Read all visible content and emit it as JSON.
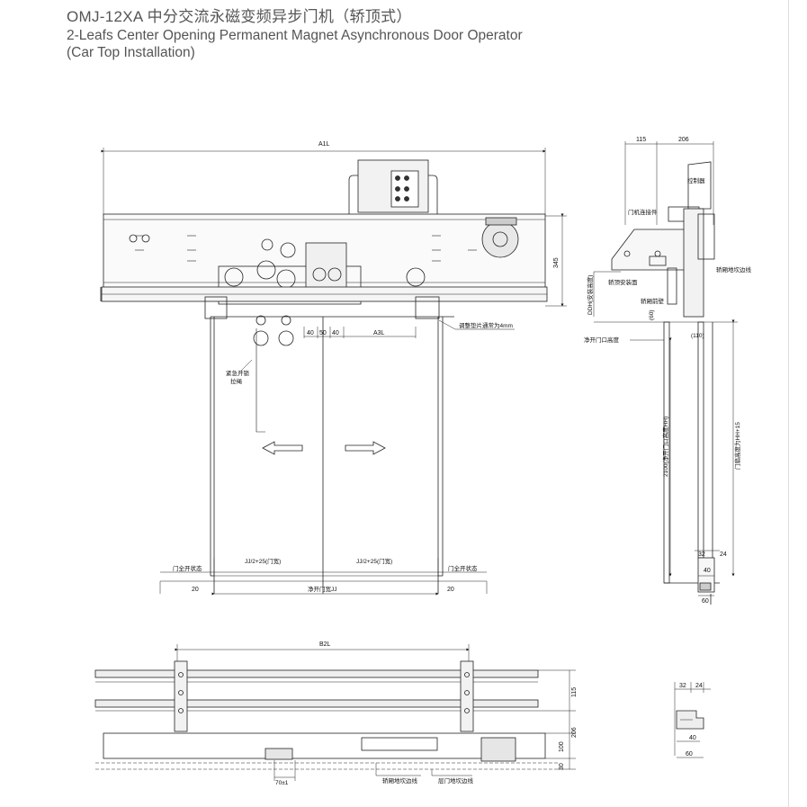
{
  "header": {
    "title_cn": "OMJ-12XA 中分交流永磁变频异步门机（轿顶式）",
    "title_en_line1": "2-Leafs Center Opening Permanent Magnet Asynchronous Door Operator",
    "title_en_line2": "(Car Top Installation)"
  },
  "front_view": {
    "dim_a1l": "A1L",
    "dim_345": "345",
    "dim_40a": "40",
    "dim_50": "50",
    "dim_40b": "40",
    "dim_a3l": "A3L",
    "label_adjust_shim": "调整垫片通常为4mm",
    "label_emergency_1": "紧急开锁",
    "label_emergency_2": "拉绳",
    "label_door_open_left": "门全开状态",
    "label_door_open_right": "门全开状态",
    "label_leaf_left": "JJ/2+25(门宽)",
    "label_leaf_right": "JJ/2+25(门宽)",
    "dim_20_left": "20",
    "dim_20_right": "20",
    "label_clear_width": "净开门宽JJ"
  },
  "side_view": {
    "dim_115": "115",
    "dim_206": "206",
    "label_controller": "控制器",
    "label_connector": "门机连接件",
    "label_car_top_mount": "轿顶安装面",
    "label_car_front_wall": "轿厢前壁",
    "label_sill_line": "轿厢地坎边线",
    "label_ddh": "DDH(安装高度)",
    "dim_60_small": "(60)",
    "label_clear_height": "净开门口高度",
    "dim_110": "(110)",
    "label_hh": "2100(净开门口高度HH)",
    "label_door_height": "门扇高度为HH+15",
    "dim_32": "32",
    "dim_24": "24",
    "dim_40": "40",
    "dim_60": "60"
  },
  "plan_view": {
    "dim_b2l": "B2L",
    "dim_115": "115",
    "dim_206": "206",
    "dim_100": "100",
    "dim_30": "30",
    "dim_70": "70±1",
    "label_car_sill": "轿厢地坎边线",
    "label_landing_sill": "层门地坎边线"
  },
  "sill_section": {
    "dim_32": "32",
    "dim_24": "24",
    "dim_40": "40",
    "dim_60": "60"
  }
}
